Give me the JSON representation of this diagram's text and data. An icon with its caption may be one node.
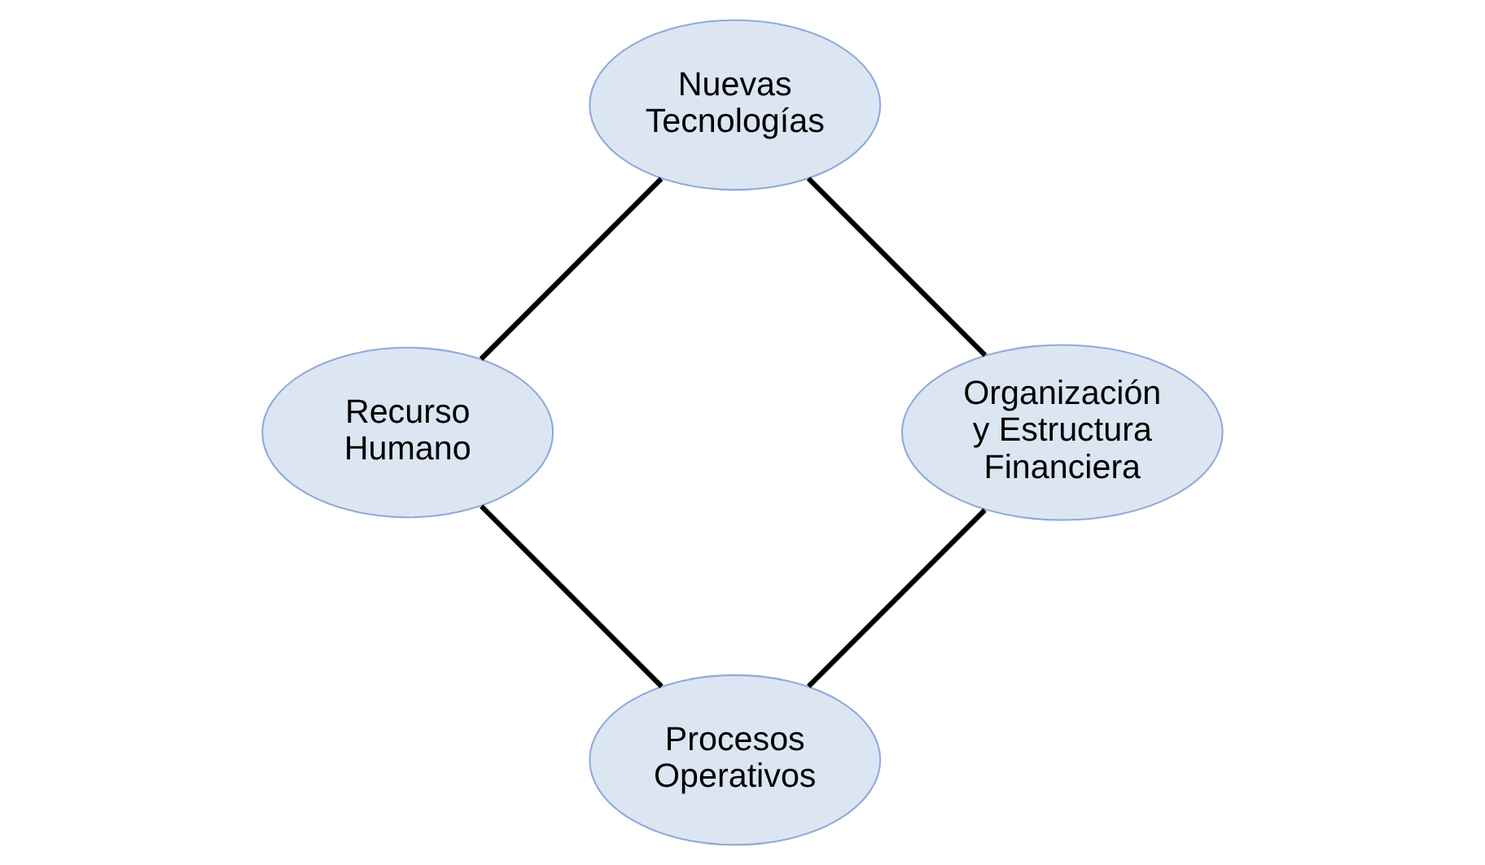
{
  "diagram": {
    "nodes": [
      {
        "text": [
          "Procesos Operativos"
        ]
      },
      {
        "text": [
          "Organización y Estructura Financiera"
        ]
      },
      {
        "text": [
          "Recurso Humano"
        ]
      },
      {
        "text": [
          "Nuevas Tecnologías"
        ]
      }
    ],
    "edges": [
      {
        "from": 0,
        "to": 2,
        "arrow": "none"
      },
      {
        "from": 2,
        "to": 3,
        "arrow": "none"
      },
      {
        "from": 3,
        "to": 1,
        "arrow": "none"
      },
      {
        "from": 1,
        "to": 0,
        "arrow": "none"
      }
    ]
  }
}
